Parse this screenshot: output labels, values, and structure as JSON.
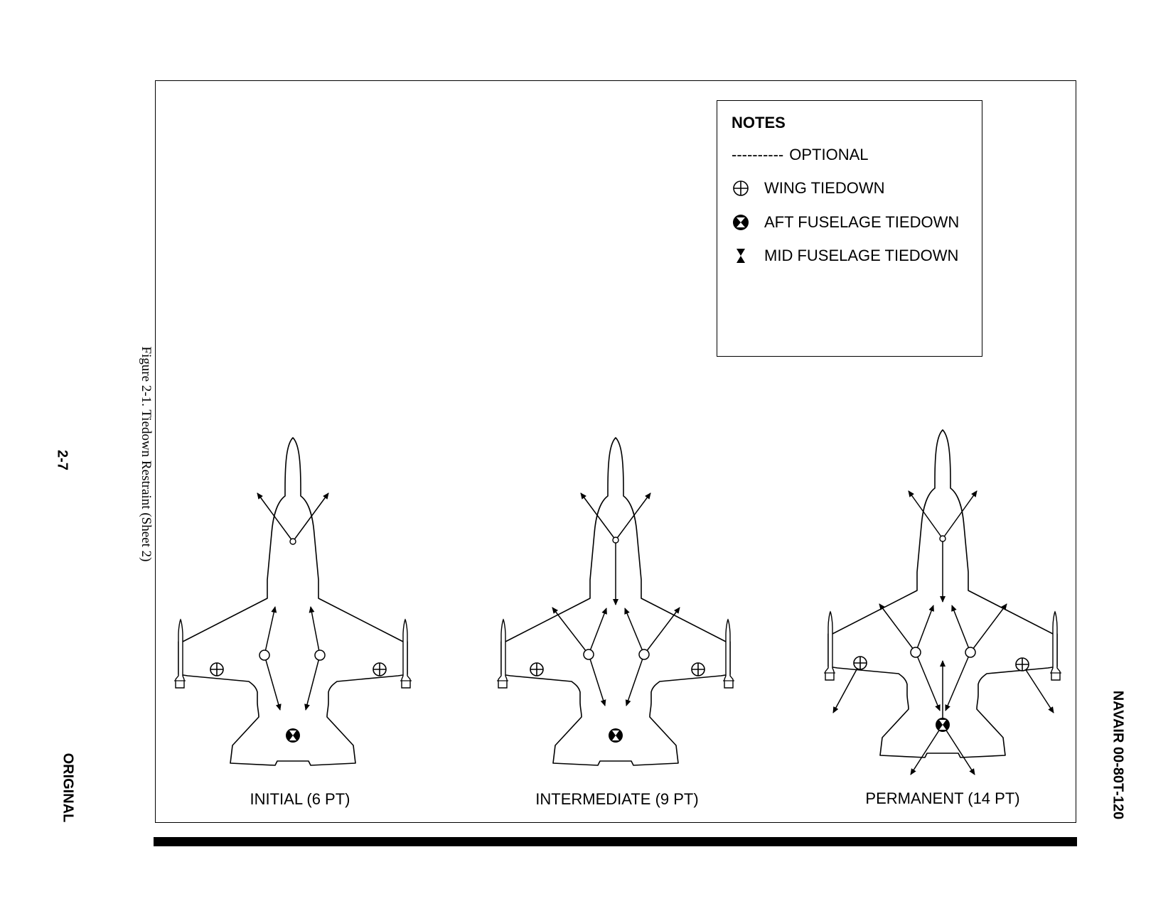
{
  "page": {
    "number": "2-7",
    "status": "ORIGINAL",
    "doc_id": "NAVAIR 00-80T-120",
    "figure_caption": "Figure 2-1.  Tiedown Restraint (Sheet 2)"
  },
  "notes": {
    "title": "NOTES",
    "items": [
      {
        "symbol": "----------",
        "label": "OPTIONAL",
        "icon": "dash-line-icon"
      },
      {
        "symbol": "",
        "label": "WING TIEDOWN",
        "icon": "wing-tiedown-icon"
      },
      {
        "symbol": "",
        "label": "AFT FUSELAGE TIEDOWN",
        "icon": "aft-fuselage-tiedown-icon"
      },
      {
        "symbol": "",
        "label": "MID FUSELAGE TIEDOWN",
        "icon": "mid-fuselage-tiedown-icon"
      }
    ]
  },
  "configurations": [
    {
      "label": "INITIAL (6 PT)"
    },
    {
      "label": "INTERMEDIATE (9 PT)"
    },
    {
      "label": "PERMANENT (14 PT)"
    }
  ],
  "colors": {
    "ink": "#000000",
    "paper": "#ffffff"
  }
}
